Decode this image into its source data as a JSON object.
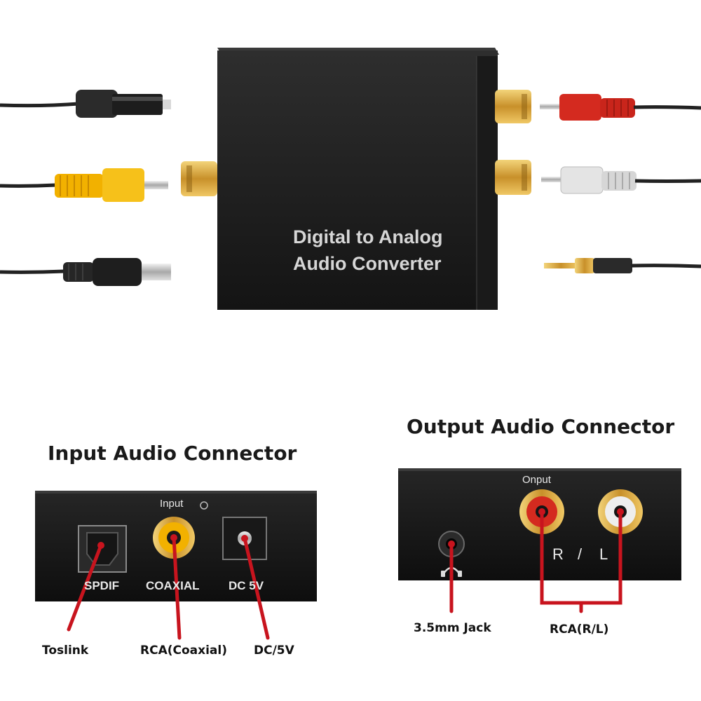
{
  "product": {
    "label_line1": "Digital to Analog",
    "label_line2": "Audio Converter"
  },
  "input_section": {
    "heading": "Input Audio Connector",
    "panel_title": "Input",
    "ports": [
      "SPDIF",
      "COAXIAL",
      "DC 5V"
    ],
    "callouts": [
      "Toslink",
      "RCA(Coaxial)",
      "DC/5V"
    ]
  },
  "output_section": {
    "heading": "Output Audio Connector",
    "panel_title": "Onput",
    "channel_labels": [
      "R",
      "/",
      "L"
    ],
    "callouts": [
      "3.5mm Jack",
      "RCA(R/L)"
    ]
  },
  "colors": {
    "callout_line": "#c8141e",
    "gold": "#d9a93a",
    "rca_red": "#d42a1f",
    "rca_yellow": "#f2b100",
    "body_black": "#1c1c1c"
  }
}
